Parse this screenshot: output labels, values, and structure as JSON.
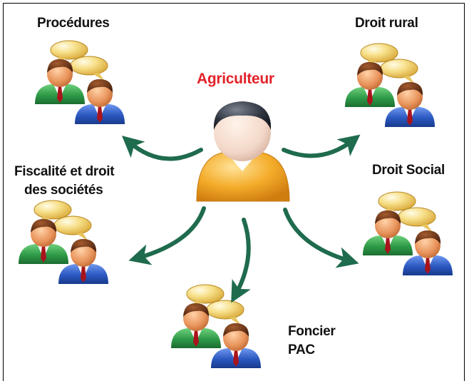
{
  "center": {
    "title": "Agriculteur"
  },
  "topics": {
    "procedures": {
      "label": "Procédures"
    },
    "droit_rural": {
      "label": "Droit rural"
    },
    "fiscalite": {
      "line1": "Fiscalité et droit",
      "line2": "des sociétés"
    },
    "droit_social": {
      "label": "Droit Social"
    },
    "foncier": {
      "line1": "Foncier",
      "line2": "PAC"
    }
  },
  "colors": {
    "title": "#e3222a",
    "arrow": "#1f6b4e",
    "farmer_shirt": "#f2a21e",
    "bubble": "#f3d36b",
    "suit_green": "#2f9a4a",
    "suit_blue": "#2a56b8",
    "skin": "#e08a4a",
    "hair": "#5a2f1a"
  }
}
